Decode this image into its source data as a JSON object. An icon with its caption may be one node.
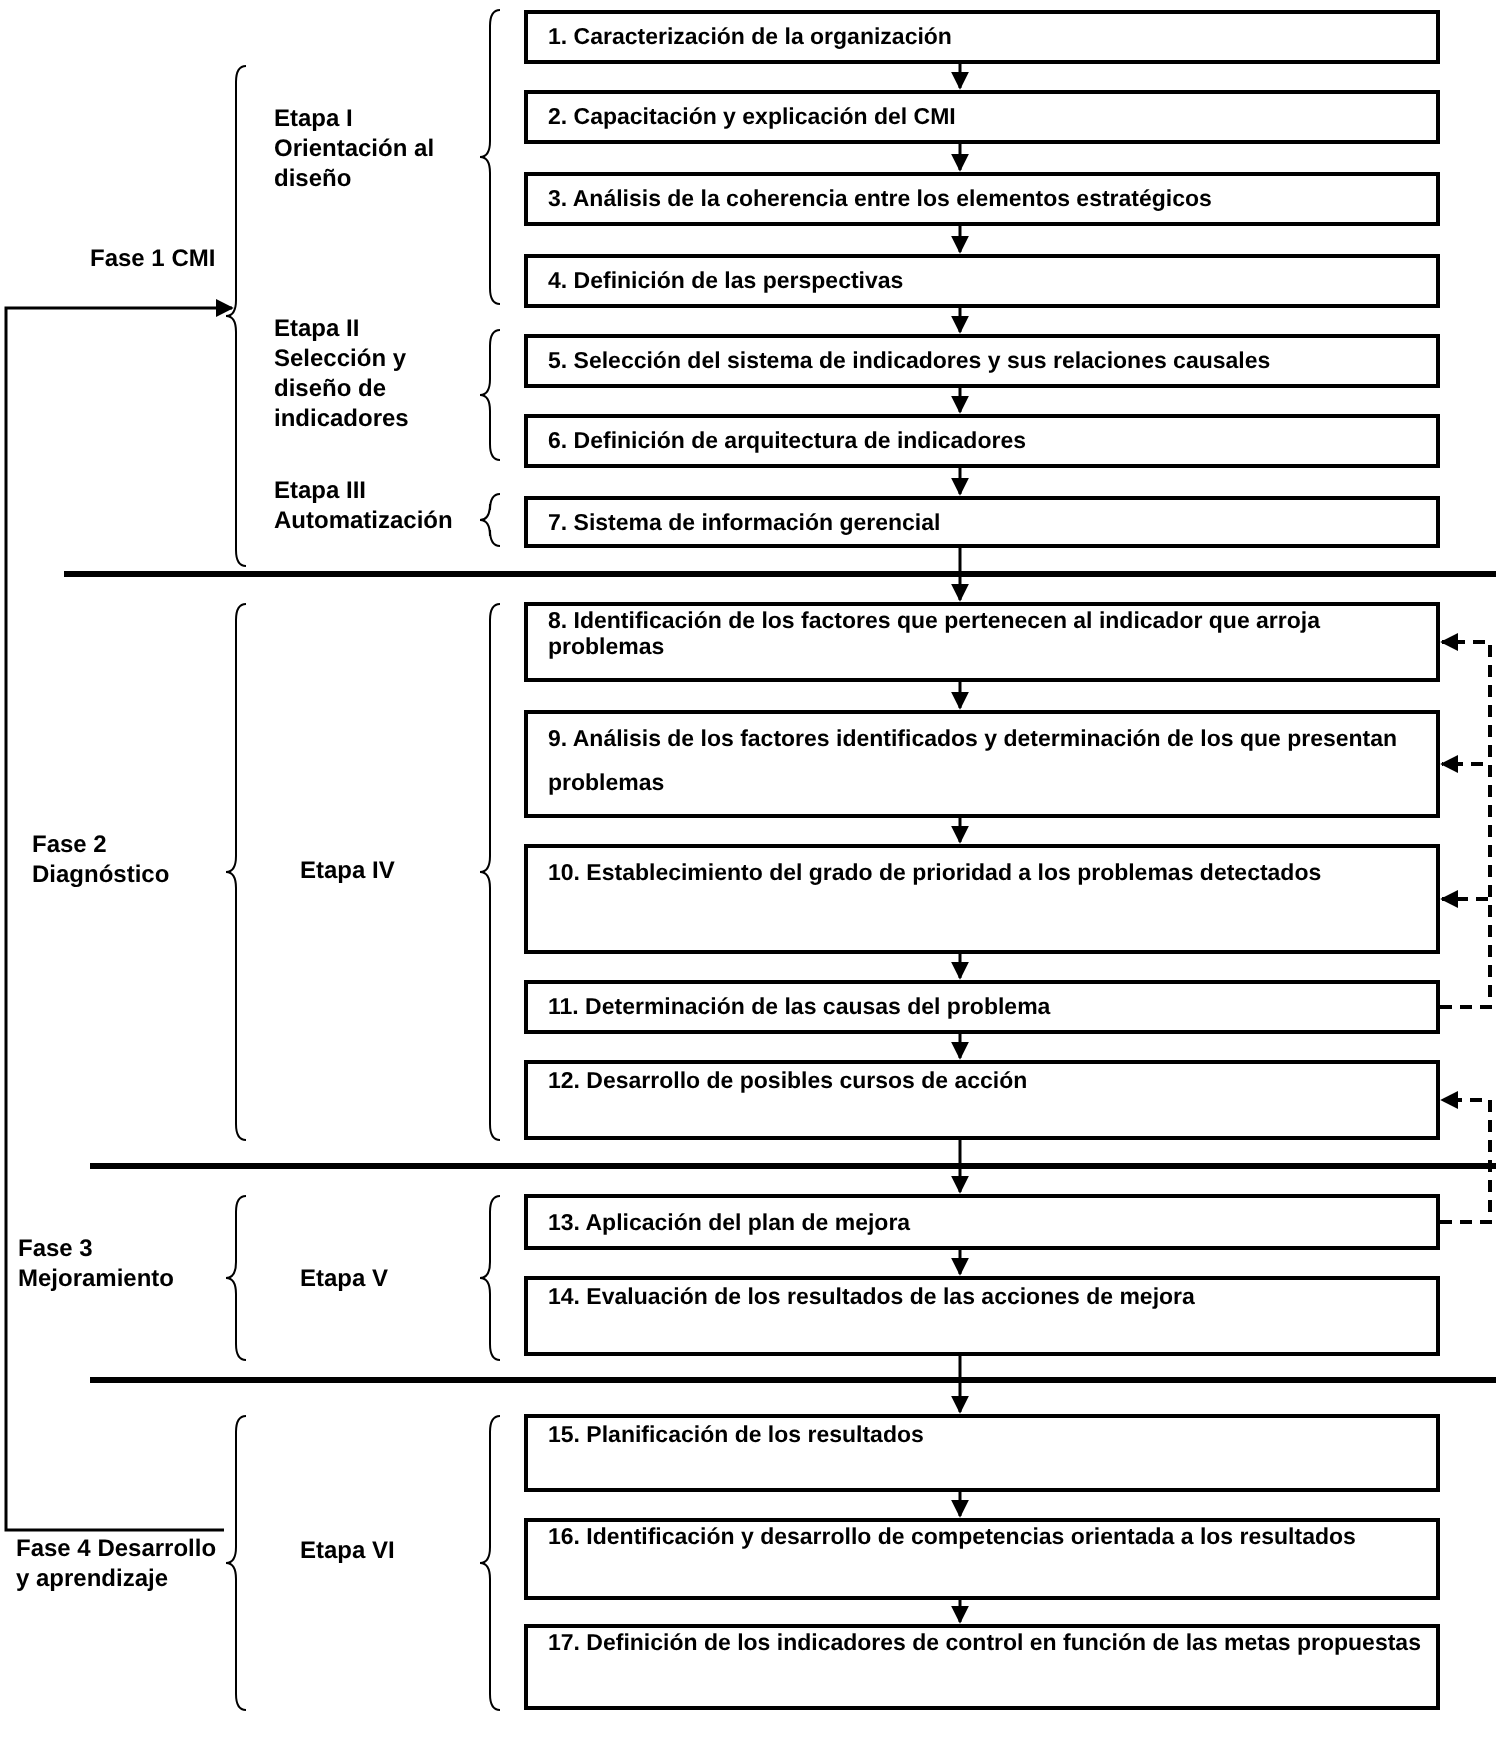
{
  "diagram": {
    "nodes": [
      {
        "text": [
          "1. Caracterización de la organización"
        ]
      },
      {
        "text": [
          "2. Capacitación y explicación del CMI"
        ]
      },
      {
        "text": [
          "3. Análisis de la coherencia entre los elementos estratégicos"
        ]
      },
      {
        "text": [
          "4. Definición de las perspectivas"
        ]
      },
      {
        "text": [
          "5. Selección del sistema de indicadores y sus relaciones causales"
        ]
      },
      {
        "text": [
          "6. Definición de arquitectura de indicadores"
        ]
      },
      {
        "text": [
          "7. Sistema de información gerencial"
        ]
      },
      {
        "text": [
          "8. Identificación de los factores que pertenecen al indicador que arroja problemas"
        ]
      },
      {
        "text": [
          "9. Análisis de los factores identificados y determinación de los que presentan problemas"
        ]
      },
      {
        "text": [
          "10. Establecimiento del grado de prioridad a los problemas detectados"
        ]
      },
      {
        "text": [
          "11. Determinación de las causas del problema"
        ]
      },
      {
        "text": [
          "12. Desarrollo de posibles cursos de acción"
        ]
      },
      {
        "text": [
          "13. Aplicación del plan de mejora"
        ]
      },
      {
        "text": [
          "14. Evaluación de los resultados de las acciones de mejora"
        ]
      },
      {
        "text": [
          "15. Planificación de los resultados"
        ]
      },
      {
        "text": [
          "16. Identificación  y desarrollo de competencias orientada a los resultados"
        ]
      },
      {
        "text": [
          "17. Definición de los indicadores de control en función de las metas propuestas"
        ]
      },
      {
        "text": [
          "Fase 1 CMI"
        ]
      },
      {
        "text": [
          "Fase 4 Desarrollo y aprendizaje"
        ]
      }
    ],
    "edges": [
      {
        "from": 0,
        "to": 1,
        "arrow": "to"
      },
      {
        "from": 1,
        "to": 2,
        "arrow": "to"
      },
      {
        "from": 2,
        "to": 3,
        "arrow": "to"
      },
      {
        "from": 3,
        "to": 4,
        "arrow": "to"
      },
      {
        "from": 4,
        "to": 5,
        "arrow": "to"
      },
      {
        "from": 5,
        "to": 6,
        "arrow": "to"
      },
      {
        "from": 6,
        "to": 7,
        "arrow": "to"
      },
      {
        "from": 7,
        "to": 8,
        "arrow": "to"
      },
      {
        "from": 8,
        "to": 9,
        "arrow": "to"
      },
      {
        "from": 9,
        "to": 10,
        "arrow": "to"
      },
      {
        "from": 10,
        "to": 11,
        "arrow": "to"
      },
      {
        "from": 11,
        "to": 12,
        "arrow": "to"
      },
      {
        "from": 12,
        "to": 13,
        "arrow": "to"
      },
      {
        "from": 13,
        "to": 14,
        "arrow": "to"
      },
      {
        "from": 14,
        "to": 15,
        "arrow": "to"
      },
      {
        "from": 15,
        "to": 16,
        "arrow": "to"
      },
      {
        "from": 10,
        "to": 7,
        "arrow": "to",
        "style": "dashed"
      },
      {
        "from": 10,
        "to": 8,
        "arrow": "to",
        "style": "dashed"
      },
      {
        "from": 10,
        "to": 9,
        "arrow": "to",
        "style": "dashed"
      },
      {
        "from": 12,
        "to": 11,
        "arrow": "to",
        "style": "dashed"
      },
      {
        "from": 18,
        "to": 17,
        "arrow": "to"
      }
    ],
    "labels": [
      "Etapa  I Orientación al diseño",
      "Etapa  II Selección y diseño de indicadores",
      "Etapa III Automatización",
      "Fase 2 Diagnóstico",
      "Etapa IV",
      "Fase 3 Mejoramiento",
      "Etapa V",
      "Etapa VI"
    ]
  }
}
